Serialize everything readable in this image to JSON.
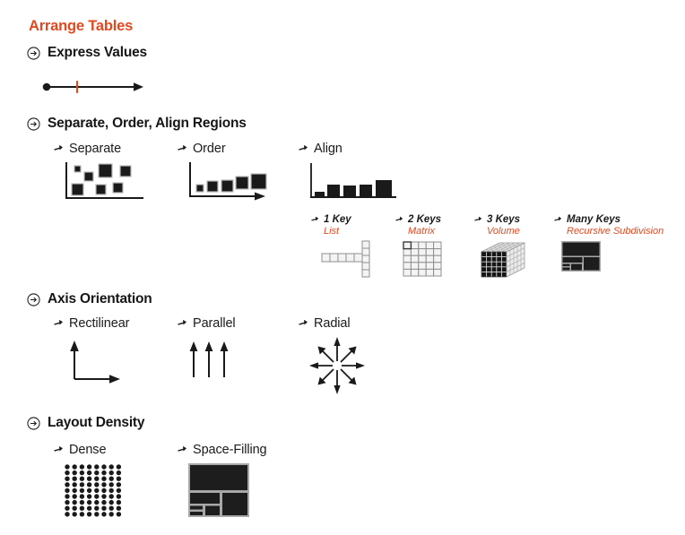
{
  "page": {
    "title": "Arrange Tables",
    "accent_color": "#e1491f",
    "ink_color": "#1a1a1a"
  },
  "sections": [
    {
      "id": "express-values",
      "label": "Express Values",
      "icon": "circled-arrow-right-icon",
      "art": "number-line-with-tick"
    },
    {
      "id": "separate-order-align",
      "label": "Separate, Order, Align Regions",
      "icon": "circled-arrow-right-icon",
      "items": [
        {
          "id": "separate",
          "label": "Separate",
          "icon": "arrow-right-icon",
          "art": "scatter-squares"
        },
        {
          "id": "order",
          "label": "Order",
          "icon": "arrow-right-icon",
          "art": "ordered-squares"
        },
        {
          "id": "align",
          "label": "Align",
          "icon": "arrow-right-icon",
          "art": "aligned-bars"
        }
      ],
      "keys": [
        {
          "id": "one-key",
          "label": "1 Key",
          "sub": "List",
          "icon": "arrow-right-icon",
          "art": "list-cells"
        },
        {
          "id": "two-keys",
          "label": "2 Keys",
          "sub": "Matrix",
          "icon": "arrow-right-icon",
          "art": "matrix-grid"
        },
        {
          "id": "three-keys",
          "label": "3 Keys",
          "sub": "Volume",
          "icon": "arrow-right-icon",
          "art": "volume-cube"
        },
        {
          "id": "many-keys",
          "label": "Many Keys",
          "sub": "Recursive Subdivision",
          "icon": "arrow-right-icon",
          "art": "recursive-subdivision"
        }
      ]
    },
    {
      "id": "axis-orientation",
      "label": "Axis Orientation",
      "icon": "circled-arrow-right-icon",
      "items": [
        {
          "id": "rectilinear",
          "label": "Rectilinear",
          "icon": "arrow-right-icon",
          "art": "rectilinear-axes"
        },
        {
          "id": "parallel",
          "label": "Parallel",
          "icon": "arrow-right-icon",
          "art": "parallel-arrows"
        },
        {
          "id": "radial",
          "label": "Radial",
          "icon": "arrow-right-icon",
          "art": "radial-arrows"
        }
      ]
    },
    {
      "id": "layout-density",
      "label": "Layout Density",
      "icon": "circled-arrow-right-icon",
      "items": [
        {
          "id": "dense",
          "label": "Dense",
          "icon": "arrow-right-icon",
          "art": "dot-grid"
        },
        {
          "id": "space-filling",
          "label": "Space-Filling",
          "icon": "arrow-right-icon",
          "art": "treemap"
        }
      ]
    }
  ],
  "chart_data": {
    "type": "table",
    "title": "Arrange Tables",
    "notes": {
      "aligned_bars_heights": [
        4,
        12,
        11,
        12,
        17
      ],
      "dot_grid": {
        "columns": 8,
        "rows": 9
      },
      "list_cells": {
        "row_cells": 5,
        "column_cells": 5
      },
      "matrix_grid": {
        "columns": 5,
        "rows": 5
      },
      "volume_cube": {
        "cells_per_edge": 5
      }
    }
  }
}
